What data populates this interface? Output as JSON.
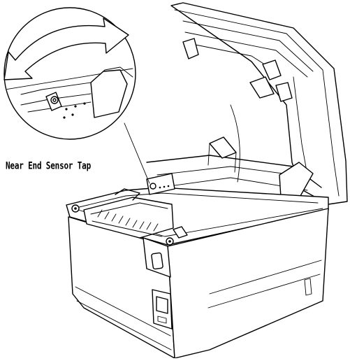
{
  "callout": {
    "label": "Near End Sensor Tap"
  },
  "parts": {
    "rotation_arrow_icon": "double-headed-curved-arrow",
    "magnifier": "zoom-detail-circle"
  },
  "colors": {
    "line": "#000000",
    "background": "#ffffff"
  }
}
